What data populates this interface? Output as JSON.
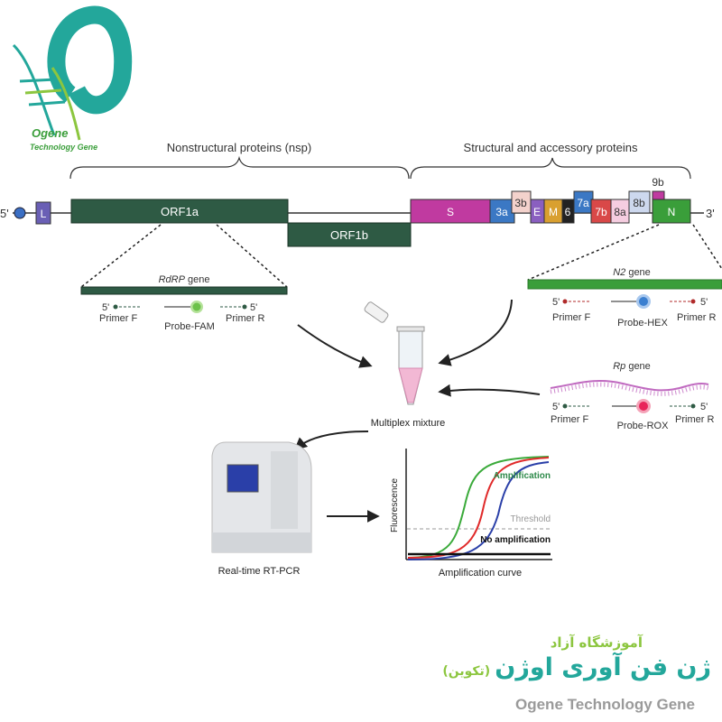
{
  "logo": {
    "line1": "Ogene",
    "line2": "Technology Gene"
  },
  "groups": {
    "nsp": "Nonstructural proteins (nsp)",
    "structural": "Structural and accessory proteins"
  },
  "genome": {
    "five_prime": "5'",
    "three_prime": "3'",
    "genes": {
      "L": "L",
      "orf1a": "ORF1a",
      "orf1b": "ORF1b",
      "S": "S",
      "g3a": "3a",
      "g3b": "3b",
      "E": "E",
      "M": "M",
      "g6": "6",
      "g7a": "7a",
      "g7b": "7b",
      "g8a": "8a",
      "g8b": "8b",
      "g9b": "9b",
      "N": "N"
    }
  },
  "rdrp": {
    "gene_italic": "RdRP",
    "gene_suffix": " gene",
    "five": "5'",
    "primer_f": "Primer F",
    "probe": "Probe-FAM",
    "primer_r": "Primer R",
    "color": "#2e5a44",
    "probe_color": "#6cc24a"
  },
  "n2": {
    "gene_italic": "N2",
    "gene_suffix": " gene",
    "five": "5'",
    "primer_f": "Primer F",
    "probe": "Probe-HEX",
    "primer_r": "Primer R",
    "color": "#3a9e3a",
    "probe_color": "#3b7fd0"
  },
  "rp": {
    "gene_italic": "Rp",
    "gene_suffix": " gene",
    "five": "5'",
    "primer_f": "Primer F",
    "probe": "Probe-ROX",
    "primer_r": "Primer R",
    "color": "#c06ac0",
    "probe_color": "#e8245a"
  },
  "mixture": {
    "label": "Multiplex mixture"
  },
  "machine": {
    "label": "Real-time RT-PCR"
  },
  "curve": {
    "ylabel": "Fluorescence",
    "xlabel": "Amplification curve",
    "amplification": "Amplification",
    "threshold": "Threshold",
    "no_amplification": "No amplification"
  },
  "footer": {
    "small": "آموزشگاه آزاد",
    "main": "ژن فن آوری اوژن",
    "paren": "(تکوین)",
    "english": "Ogene Technology Gene"
  }
}
